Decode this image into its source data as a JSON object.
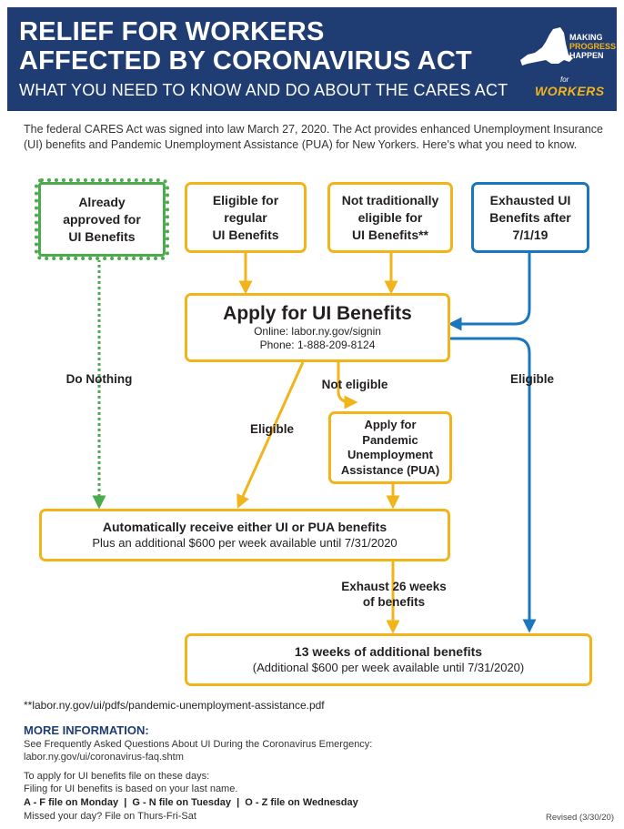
{
  "header": {
    "title_line1": "RELIEF FOR WORKERS",
    "title_line2": "AFFECTED BY CORONAVIRUS ACT",
    "subtitle": "WHAT YOU NEED TO KNOW AND DO ABOUT THE CARES ACT",
    "logo": {
      "state_text": "NEW YORK STATE",
      "line1": "MAKING",
      "line2": "PROGRESS",
      "line3": "HAPPEN",
      "for_text": "for",
      "workers_text": "WORKERS"
    }
  },
  "intro": "The federal CARES Act was signed into law March 27, 2020. The Act provides enhanced Unemployment Insurance (UI) benefits and Pandemic Unemployment Assistance (PUA) for New Yorkers. Here's what you need to know.",
  "flow": {
    "box_already": [
      "Already",
      "approved for",
      "UI Benefits"
    ],
    "box_eligible": [
      "Eligible for",
      "regular",
      "UI Benefits"
    ],
    "box_not_trad": [
      "Not traditionally",
      "eligible for",
      "UI Benefits**"
    ],
    "box_exhausted": [
      "Exhausted UI",
      "Benefits after",
      "7/1/19"
    ],
    "apply": {
      "title": "Apply for UI Benefits",
      "online": "Online: labor.ny.gov/signin",
      "phone": "Phone: 1-888-209-8124"
    },
    "label_do_nothing": "Do Nothing",
    "label_not_eligible": "Not eligible",
    "label_eligible_mid": "Eligible",
    "label_eligible_right": "Eligible",
    "box_pua": [
      "Apply for",
      "Pandemic",
      "Unemployment",
      "Assistance (PUA)"
    ],
    "auto": {
      "title": "Automatically receive either UI or PUA benefits",
      "line": "Plus an additional $600 per week available until 7/31/2020"
    },
    "label_exhaust": [
      "Exhaust 26 weeks",
      "of benefits"
    ],
    "weeks13": {
      "title": "13 weeks of additional benefits",
      "line": "(Additional $600 per week available until 7/31/2020)"
    }
  },
  "footnote": "**labor.ny.gov/ui/pdfs/pandemic-unemployment-assistance.pdf",
  "more_info": {
    "heading": "MORE INFORMATION:",
    "faq_text": "See Frequently Asked Questions About UI During the Coronavirus Emergency:",
    "faq_link": "labor.ny.gov/ui/coronavirus-faq.shtm",
    "days_intro": "To apply for UI benefits file on these days:",
    "last_name": "Filing for UI benefits is based on your last name.",
    "schedule": "A - F file on Monday  |  G - N file on Tuesday  |  O - Z file on Wednesday",
    "missed": "Missed your day? File on Thurs-Fri-Sat"
  },
  "revised": "Revised (3/30/20)",
  "colors": {
    "navy": "#1f3c73",
    "gold": "#f2b41b",
    "green": "#4bab4d",
    "blue": "#1a77be"
  }
}
